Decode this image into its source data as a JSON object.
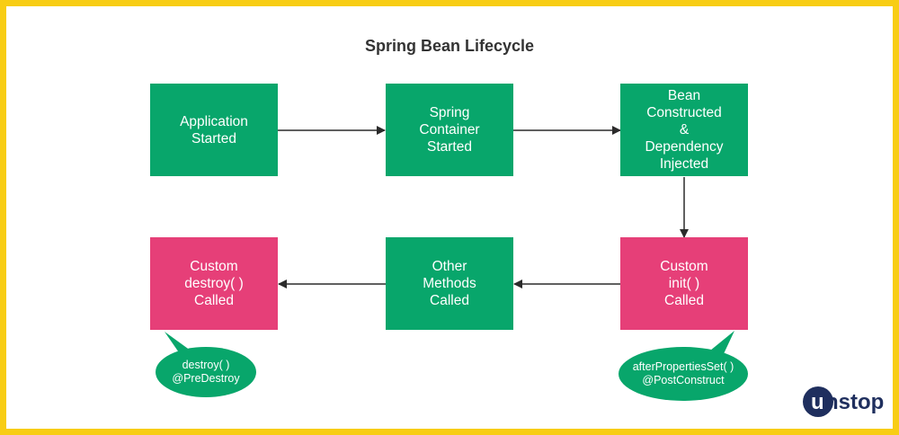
{
  "title": "Spring Bean Lifecycle",
  "colors": {
    "border": "#f8cd14",
    "green": "#08a66b",
    "pink": "#e63f78",
    "arrow": "#2b2b2b",
    "logo_navy": "#1f2f5e"
  },
  "nodes": {
    "app_started": "Application\nStarted",
    "container_started": "Spring\nContainer\nStarted",
    "bean_constructed": "Bean\nConstructed\n&\nDependency\nInjected",
    "custom_init": "Custom\ninit( )\nCalled",
    "other_methods": "Other\nMethods\nCalled",
    "custom_destroy": "Custom\ndestroy( )\nCalled"
  },
  "callouts": {
    "destroy": {
      "line1": "destroy( )",
      "line2": "@PreDestroy"
    },
    "init": {
      "line1": "afterPropertiesSet( )",
      "line2": "@PostConstruct"
    }
  },
  "logo": "unstop"
}
